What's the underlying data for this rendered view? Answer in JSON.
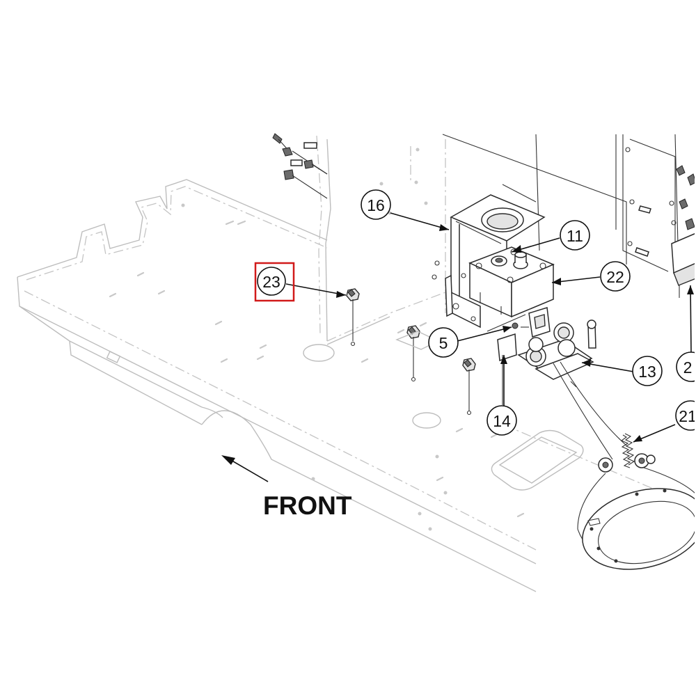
{
  "diagram": {
    "direction_label": "FRONT",
    "highlight_color": "#d11a1a",
    "highlighted_callout": "23",
    "callouts": [
      {
        "id": "c16",
        "label": "16"
      },
      {
        "id": "c11",
        "label": "11"
      },
      {
        "id": "c23",
        "label": "23"
      },
      {
        "id": "c22",
        "label": "22"
      },
      {
        "id": "c5",
        "label": "5"
      },
      {
        "id": "c13",
        "label": "13"
      },
      {
        "id": "c2",
        "label": "2"
      },
      {
        "id": "c14",
        "label": "14"
      },
      {
        "id": "c21",
        "label": "21"
      }
    ]
  }
}
